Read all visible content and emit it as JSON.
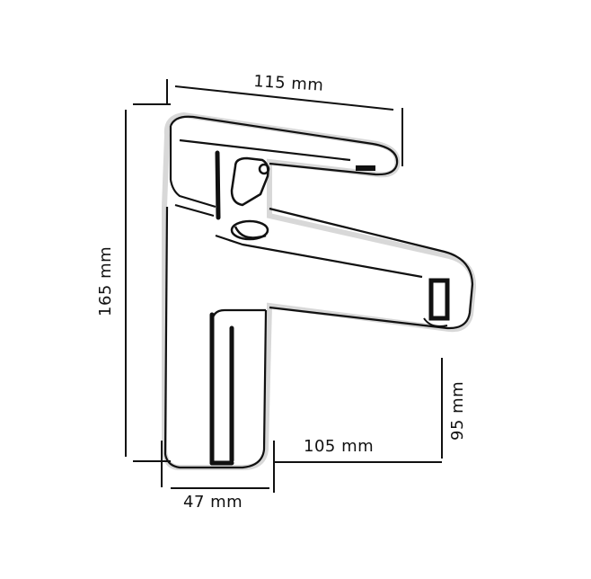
{
  "colors": {
    "background": "#ffffff",
    "line": "#111111",
    "shadow": "#bdbdbd"
  },
  "dimensions": {
    "top_width": "115  mm",
    "total_height": "165  mm",
    "spout_reach": "105  mm",
    "spout_clearance": "95  mm",
    "base_width": "47  mm"
  }
}
